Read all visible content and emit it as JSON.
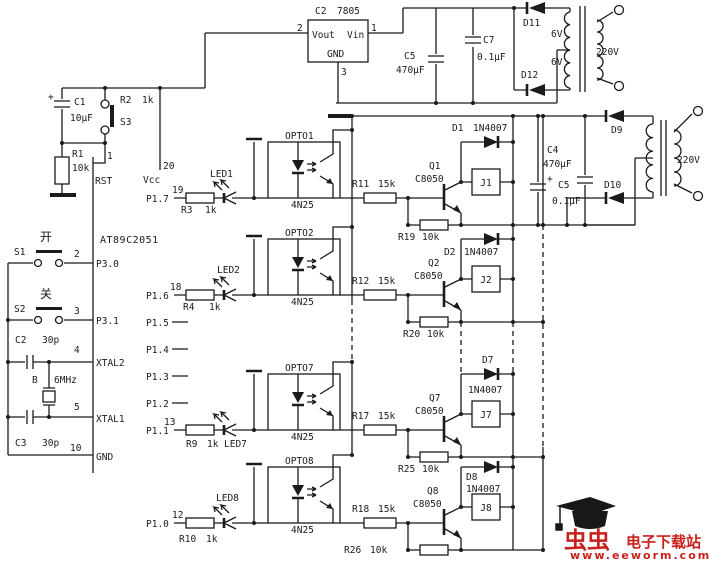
{
  "mcu": {
    "part": "AT89C2051",
    "pins": {
      "rst": {
        "num": "1",
        "name": "RST"
      },
      "vcc": {
        "num": "20",
        "name": "Vcc"
      },
      "p30": {
        "num": "2",
        "name": "P3.0"
      },
      "p31": {
        "num": "3",
        "name": "P3.1"
      },
      "xtal2": {
        "num": "4",
        "name": "XTAL2"
      },
      "xtal1": {
        "num": "5",
        "name": "XTAL1"
      },
      "gnd": {
        "num": "10",
        "name": "GND"
      },
      "p15": "P1.5",
      "p14": "P1.4",
      "p13": "P1.3",
      "p12": "P1.2"
    }
  },
  "reset": {
    "c1": "C1",
    "c1_val": "10μF",
    "plus": "+",
    "r1": "R1",
    "r1_val": "10k",
    "r2": "R2",
    "r2_val": "1k",
    "s3": "S3"
  },
  "buttons": {
    "s1": "S1",
    "s1_fn": "开",
    "s2": "S2",
    "s2_fn": "关"
  },
  "osc": {
    "c2": "C2",
    "c2_val": "30p",
    "c3": "C3",
    "c3_val": "30p",
    "xtal": "B",
    "freq": "6MHz"
  },
  "regulator": {
    "ref": "C2",
    "part": "7805",
    "pin_in": "1",
    "pin_out": "2",
    "pin_gnd": "3",
    "vin": "Vin",
    "vout": "Vout",
    "gnd": "GND"
  },
  "psu": {
    "c5": "C5",
    "c5_val": "470μF",
    "c7": "C7",
    "c7_val": "0.1μF",
    "d11": "D11",
    "d12": "D12",
    "sec1": "6V",
    "sec2": "6V",
    "pri": "220V"
  },
  "output_stage": {
    "c4": "C4",
    "c4_val": "470μF",
    "plus": "+",
    "c5": "C5",
    "c5_val": "0.1μF",
    "d9": "D9",
    "d10": "D10",
    "pri": "220V"
  },
  "channels": {
    "ch1": {
      "pin": "19",
      "port": "P1.7",
      "rin": "R3",
      "rin_val": "1k",
      "led": "LED1",
      "opto": "OPTO1",
      "opto_part": "4N25",
      "rb": "R11",
      "rb_val": "15k",
      "q": "Q1",
      "q_part": "C8050",
      "rbe": "R19",
      "rbe_val": "10k",
      "d": "D1",
      "d_part": "1N4007",
      "relay": "J1"
    },
    "ch2": {
      "pin": "18",
      "port": "P1.6",
      "rin": "R4",
      "rin_val": "1k",
      "led": "LED2",
      "opto": "OPTO2",
      "opto_part": "4N25",
      "rb": "R12",
      "rb_val": "15k",
      "q": "Q2",
      "q_part": "C8050",
      "rbe": "R20",
      "rbe_val": "10k",
      "d": "D2",
      "d_part": "1N4007",
      "relay": "J2"
    },
    "ch7": {
      "pin": "13",
      "port": "P1.1",
      "rin": "R9",
      "rin_val": "1k",
      "led": "LED7",
      "opto": "OPTO7",
      "opto_part": "4N25",
      "rb": "R17",
      "rb_val": "15k",
      "q": "Q7",
      "q_part": "C8050",
      "rbe": "R25",
      "rbe_val": "10k",
      "d": "D7",
      "d_part": "1N4007",
      "relay": "J7"
    },
    "ch8": {
      "pin": "12",
      "port": "P1.0",
      "rin": "R10",
      "rin_val": "1k",
      "led": "LED8",
      "opto": "OPTO8",
      "opto_part": "4N25",
      "rb": "R18",
      "rb_val": "15k",
      "q": "Q8",
      "q_part": "C8050",
      "rbe": "R26",
      "rbe_val": "10k",
      "d": "D8",
      "d_part": "1N4007",
      "relay": "J8"
    }
  },
  "watermark": {
    "logo_text": "虫虫",
    "site": "电子下载站",
    "url": "www.eeworm.com"
  }
}
